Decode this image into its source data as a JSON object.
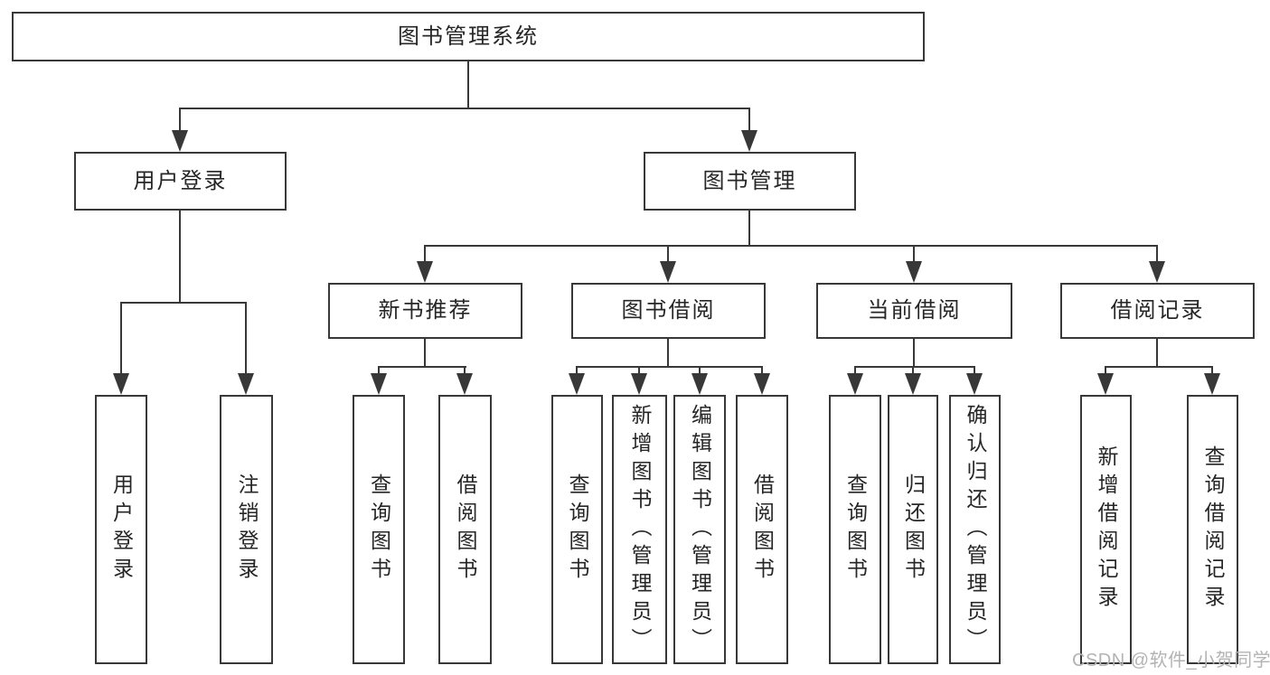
{
  "tree": {
    "label": "图书管理系统",
    "children": [
      {
        "label": "用户登录",
        "children": [
          {
            "label": "用户登录"
          },
          {
            "label": "注销登录"
          }
        ]
      },
      {
        "label": "图书管理",
        "children": [
          {
            "label": "新书推荐",
            "children": [
              {
                "label": "查询图书"
              },
              {
                "label": "借阅图书"
              }
            ]
          },
          {
            "label": "图书借阅",
            "children": [
              {
                "label": "查询图书"
              },
              {
                "label": "新增图书（管理员）"
              },
              {
                "label": "编辑图书（管理员）"
              },
              {
                "label": "借阅图书"
              }
            ]
          },
          {
            "label": "当前借阅",
            "children": [
              {
                "label": "查询图书"
              },
              {
                "label": "归还图书"
              },
              {
                "label": "确认归还（管理员）"
              }
            ]
          },
          {
            "label": "借阅记录",
            "children": [
              {
                "label": "新增借阅记录"
              },
              {
                "label": "查询借阅记录"
              }
            ]
          }
        ]
      }
    ]
  },
  "watermark": {
    "text": "CSDN @软件_小贺同学",
    "color": "#b3b3b3"
  },
  "colors": {
    "line": "#383838",
    "text": "#262626",
    "background": "#ffffff"
  }
}
